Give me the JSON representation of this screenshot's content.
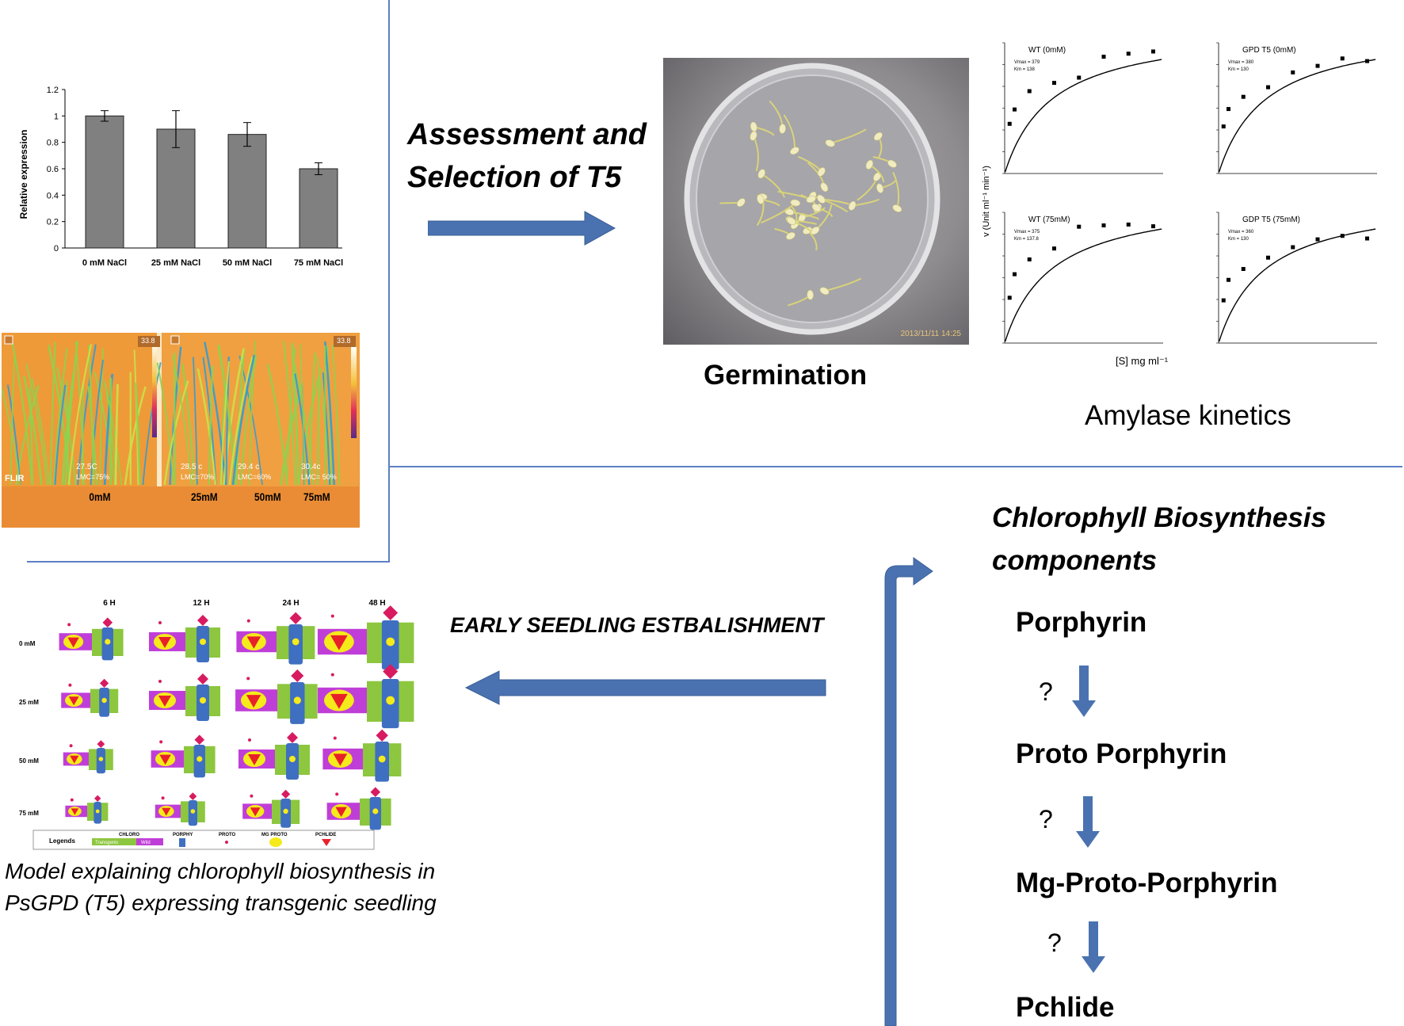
{
  "bar_chart": {
    "ylabel": "Relative expression",
    "yticks": [
      "0",
      "0.2",
      "0.4",
      "0.6",
      "0.8",
      "1",
      "1.2"
    ],
    "categories": [
      "0 mM NaCl",
      "25 mM NaCl",
      "50 mM NaCl",
      "75 mM NaCl"
    ]
  },
  "thermal": {
    "logo": "FLIR",
    "scale_value": "33.8",
    "panels": [
      {
        "temp": "27.5C",
        "lmc": "LMC=75%",
        "label": "0mM"
      },
      {
        "temp": "28.5 c",
        "lmc": "LMC=70%",
        "label": "25mM"
      },
      {
        "temp": "29.4 c",
        "lmc": "LMC=60%",
        "label": "50mM"
      },
      {
        "temp": "30.4c",
        "lmc": "LMC= 50%",
        "label": "75mM"
      }
    ]
  },
  "assessment_text": [
    "Assessment  and",
    "Selection of T5"
  ],
  "germination": {
    "caption": "Germination",
    "timestamp": "2013/11/11 14:25"
  },
  "amylase": {
    "caption": "Amylase kinetics",
    "xlabel": "[S]  mg ml⁻¹",
    "ylabel": "v (Unit ml⁻¹ min⁻¹)",
    "panels": [
      {
        "title": "WT (0mM)",
        "vmax": "Vmax  = 379",
        "km": "Km   = 138"
      },
      {
        "title": "GPD T5 (0mM)",
        "vmax": "Vmax  = 380",
        "km": "Km   = 130"
      },
      {
        "title": "WT (75mM)",
        "vmax": "Vmax  = 375",
        "km": "Km   = 137.8"
      },
      {
        "title": "GDP T5 (75mM)",
        "vmax": "Vmax  = 360",
        "km": "Km   = 130"
      }
    ]
  },
  "seedling_model": {
    "hours": [
      "6 H",
      "12 H",
      "24 H",
      "48 H"
    ],
    "concentrations": [
      "0 mM",
      "25 mM",
      "50 mM",
      "75 mM"
    ],
    "legend": {
      "title": "Legends",
      "chloro": "CHLORO",
      "transgenic": "Transgenic",
      "wild": "Wild",
      "porphy": "PORPHY",
      "proto": "PROTO",
      "mg_proto": "MG PROTO",
      "pchlide": "PCHLIDE"
    },
    "caption_line1": "Model explaining chlorophyll  biosynthesis in",
    "caption_line2": "PsGPD (T5) expressing transgenic seedling"
  },
  "early_seedling_label": "EARLY SEEDLING ESTBALISHMENT",
  "pathway": {
    "title_line1": "Chlorophyll Biosynthesis",
    "title_line2": "components",
    "steps": [
      "Porphyrin",
      "Proto Porphyrin",
      "Mg-Proto-Porphyrin",
      "Pchlide"
    ],
    "unknown": "?"
  },
  "colors": {
    "arrow_blue": "#4a72b0",
    "divider_blue": "#5b7fc4",
    "bar_gray": "#808080",
    "transgenic_green": "#8dc63f",
    "wild_purple": "#c03ed8",
    "porphy_blue": "#3f6fc0",
    "mgproto_yellow": "#f5ea1a",
    "pchlide_red": "#e8202a",
    "proto_pink": "#d81b60"
  }
}
